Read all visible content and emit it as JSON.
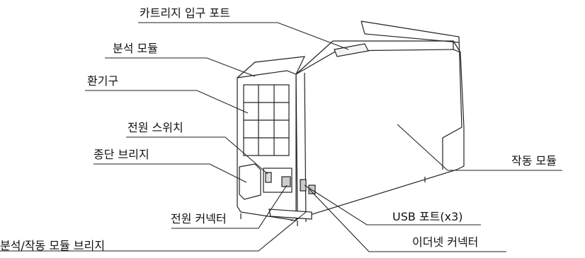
{
  "labels": {
    "cartridge_port": "카트리지 입구 포트",
    "analytical_module": "분석 모듈",
    "ventilation": "환기구",
    "power_switch": "전원 스위치",
    "end_bridge": "종단 브리지",
    "power_connector": "전원 커넥터",
    "module_bridge": "분석/작동 모듈 브리지",
    "operational_module": "작동 모듈",
    "usb_port": "USB 포트(x3)",
    "ethernet_connector": "이더넷 커넥터"
  },
  "colors": {
    "line": "#222222",
    "body": "#ffffff",
    "shade": "#eeeeee"
  }
}
